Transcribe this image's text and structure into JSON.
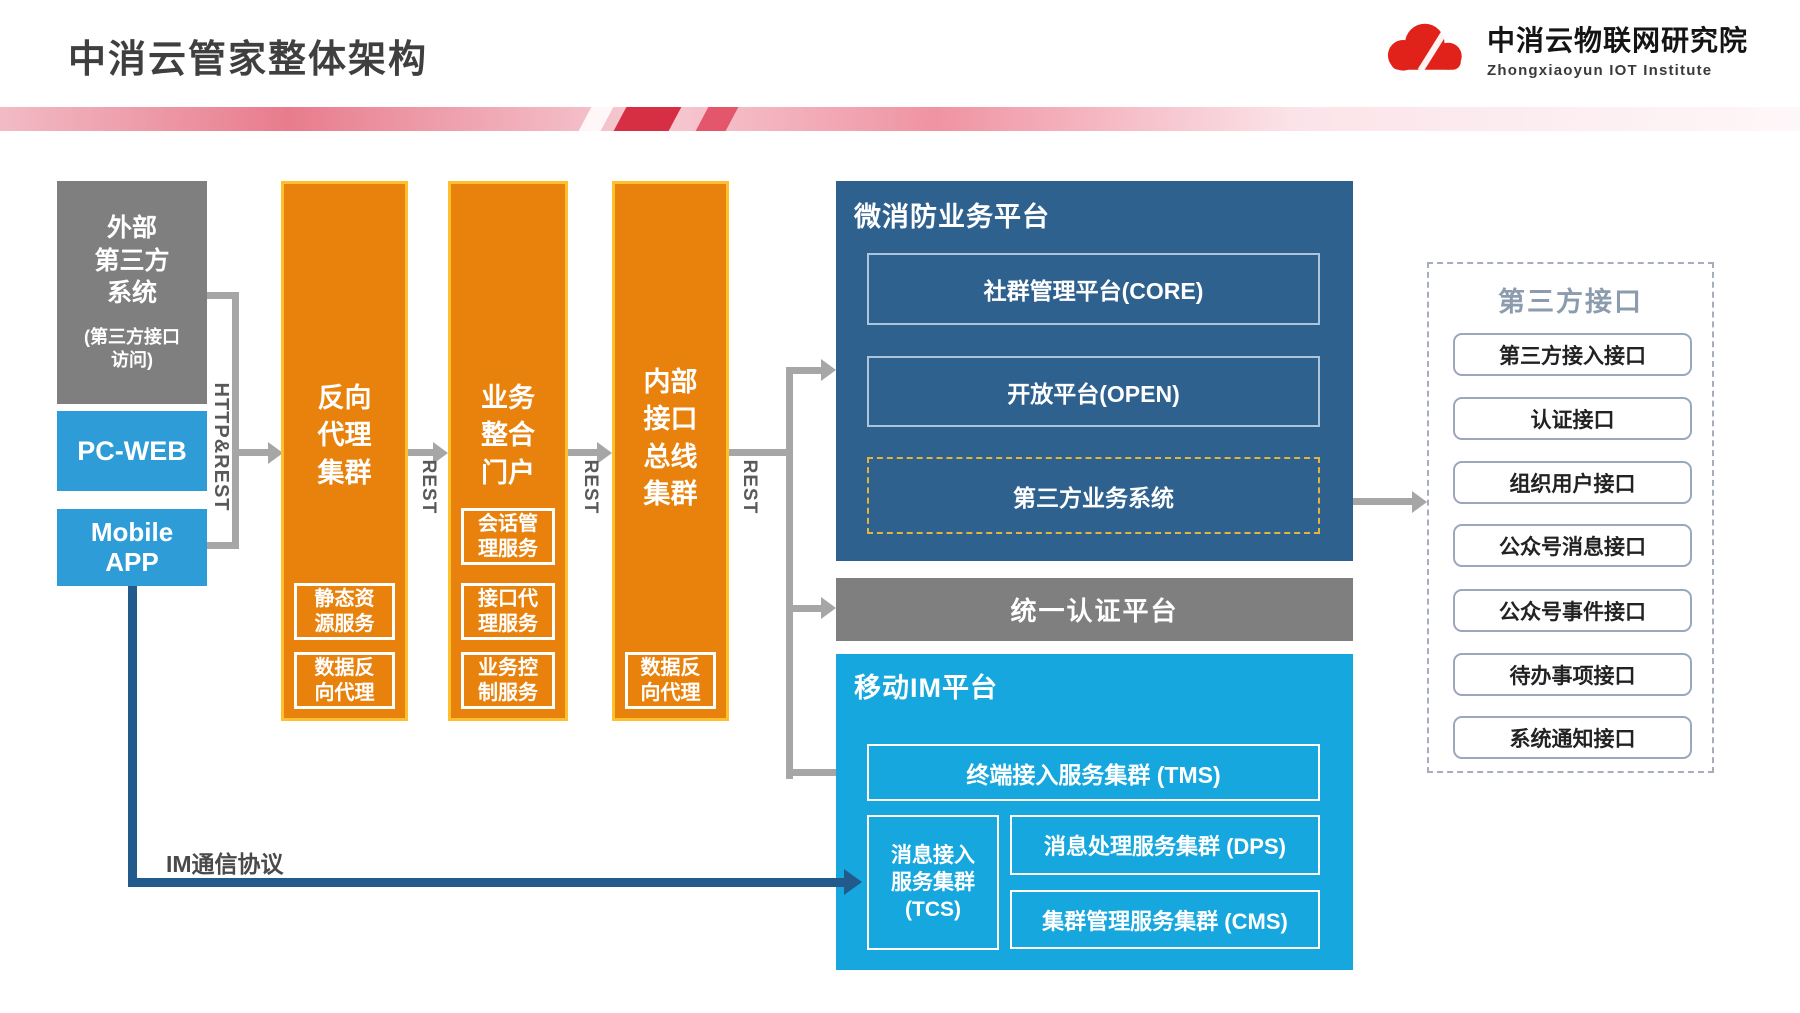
{
  "header": {
    "title": "中消云管家整体架构",
    "logo_text": "中消云物联网研究院",
    "logo_subtext": "Zhongxiaoyun IOT Institute"
  },
  "clients": {
    "external": {
      "title": "外部\n第三方\n系统",
      "note": "(第三方接口\n访问)"
    },
    "pc_web": "PC-WEB",
    "mobile_app": "Mobile\nAPP"
  },
  "connectors": {
    "http_rest": "HTTP&REST",
    "rest_1": "REST",
    "rest_2": "REST",
    "rest_3": "REST",
    "im_protocol": "IM通信协议"
  },
  "middleware": {
    "reverse_proxy": {
      "title": "反向\n代理\n集群",
      "services": [
        "静态资\n源服务",
        "数据反\n向代理"
      ]
    },
    "portal": {
      "title": "业务\n整合\n门户",
      "services": [
        "会话管\n理服务",
        "接口代\n理服务",
        "业务控\n制服务"
      ]
    },
    "internal_bus": {
      "title": "内部\n接口\n总线\n集群",
      "services": [
        "数据反\n向代理"
      ]
    }
  },
  "platforms": {
    "fire": {
      "title": "微消防业务平台",
      "modules": [
        "社群管理平台(CORE)",
        "开放平台(OPEN)",
        "第三方业务系统"
      ]
    },
    "auth": {
      "title": "统一认证平台"
    },
    "im": {
      "title": "移动IM平台",
      "tms": "终端接入服务集群 (TMS)",
      "tcs": "消息接入\n服务集群\n(TCS)",
      "dps": "消息处理服务集群 (DPS)",
      "cms": "集群管理服务集群 (CMS)"
    }
  },
  "third_party": {
    "title": "第三方接口",
    "items": [
      "第三方接入接口",
      "认证接口",
      "组织用户接口",
      "公众号消息接口",
      "公众号事件接口",
      "待办事项接口",
      "系统通知接口"
    ]
  },
  "colors": {
    "orange": "#E8820D",
    "client_blue": "#2D9CD7",
    "dark_blue": "#2F618F",
    "cyan": "#16A7DE",
    "gray": "#7F7F7F",
    "arrow_gray": "#A6A6A6",
    "im_arrow_blue": "#235A8C",
    "brand_red": "#E0221A"
  }
}
